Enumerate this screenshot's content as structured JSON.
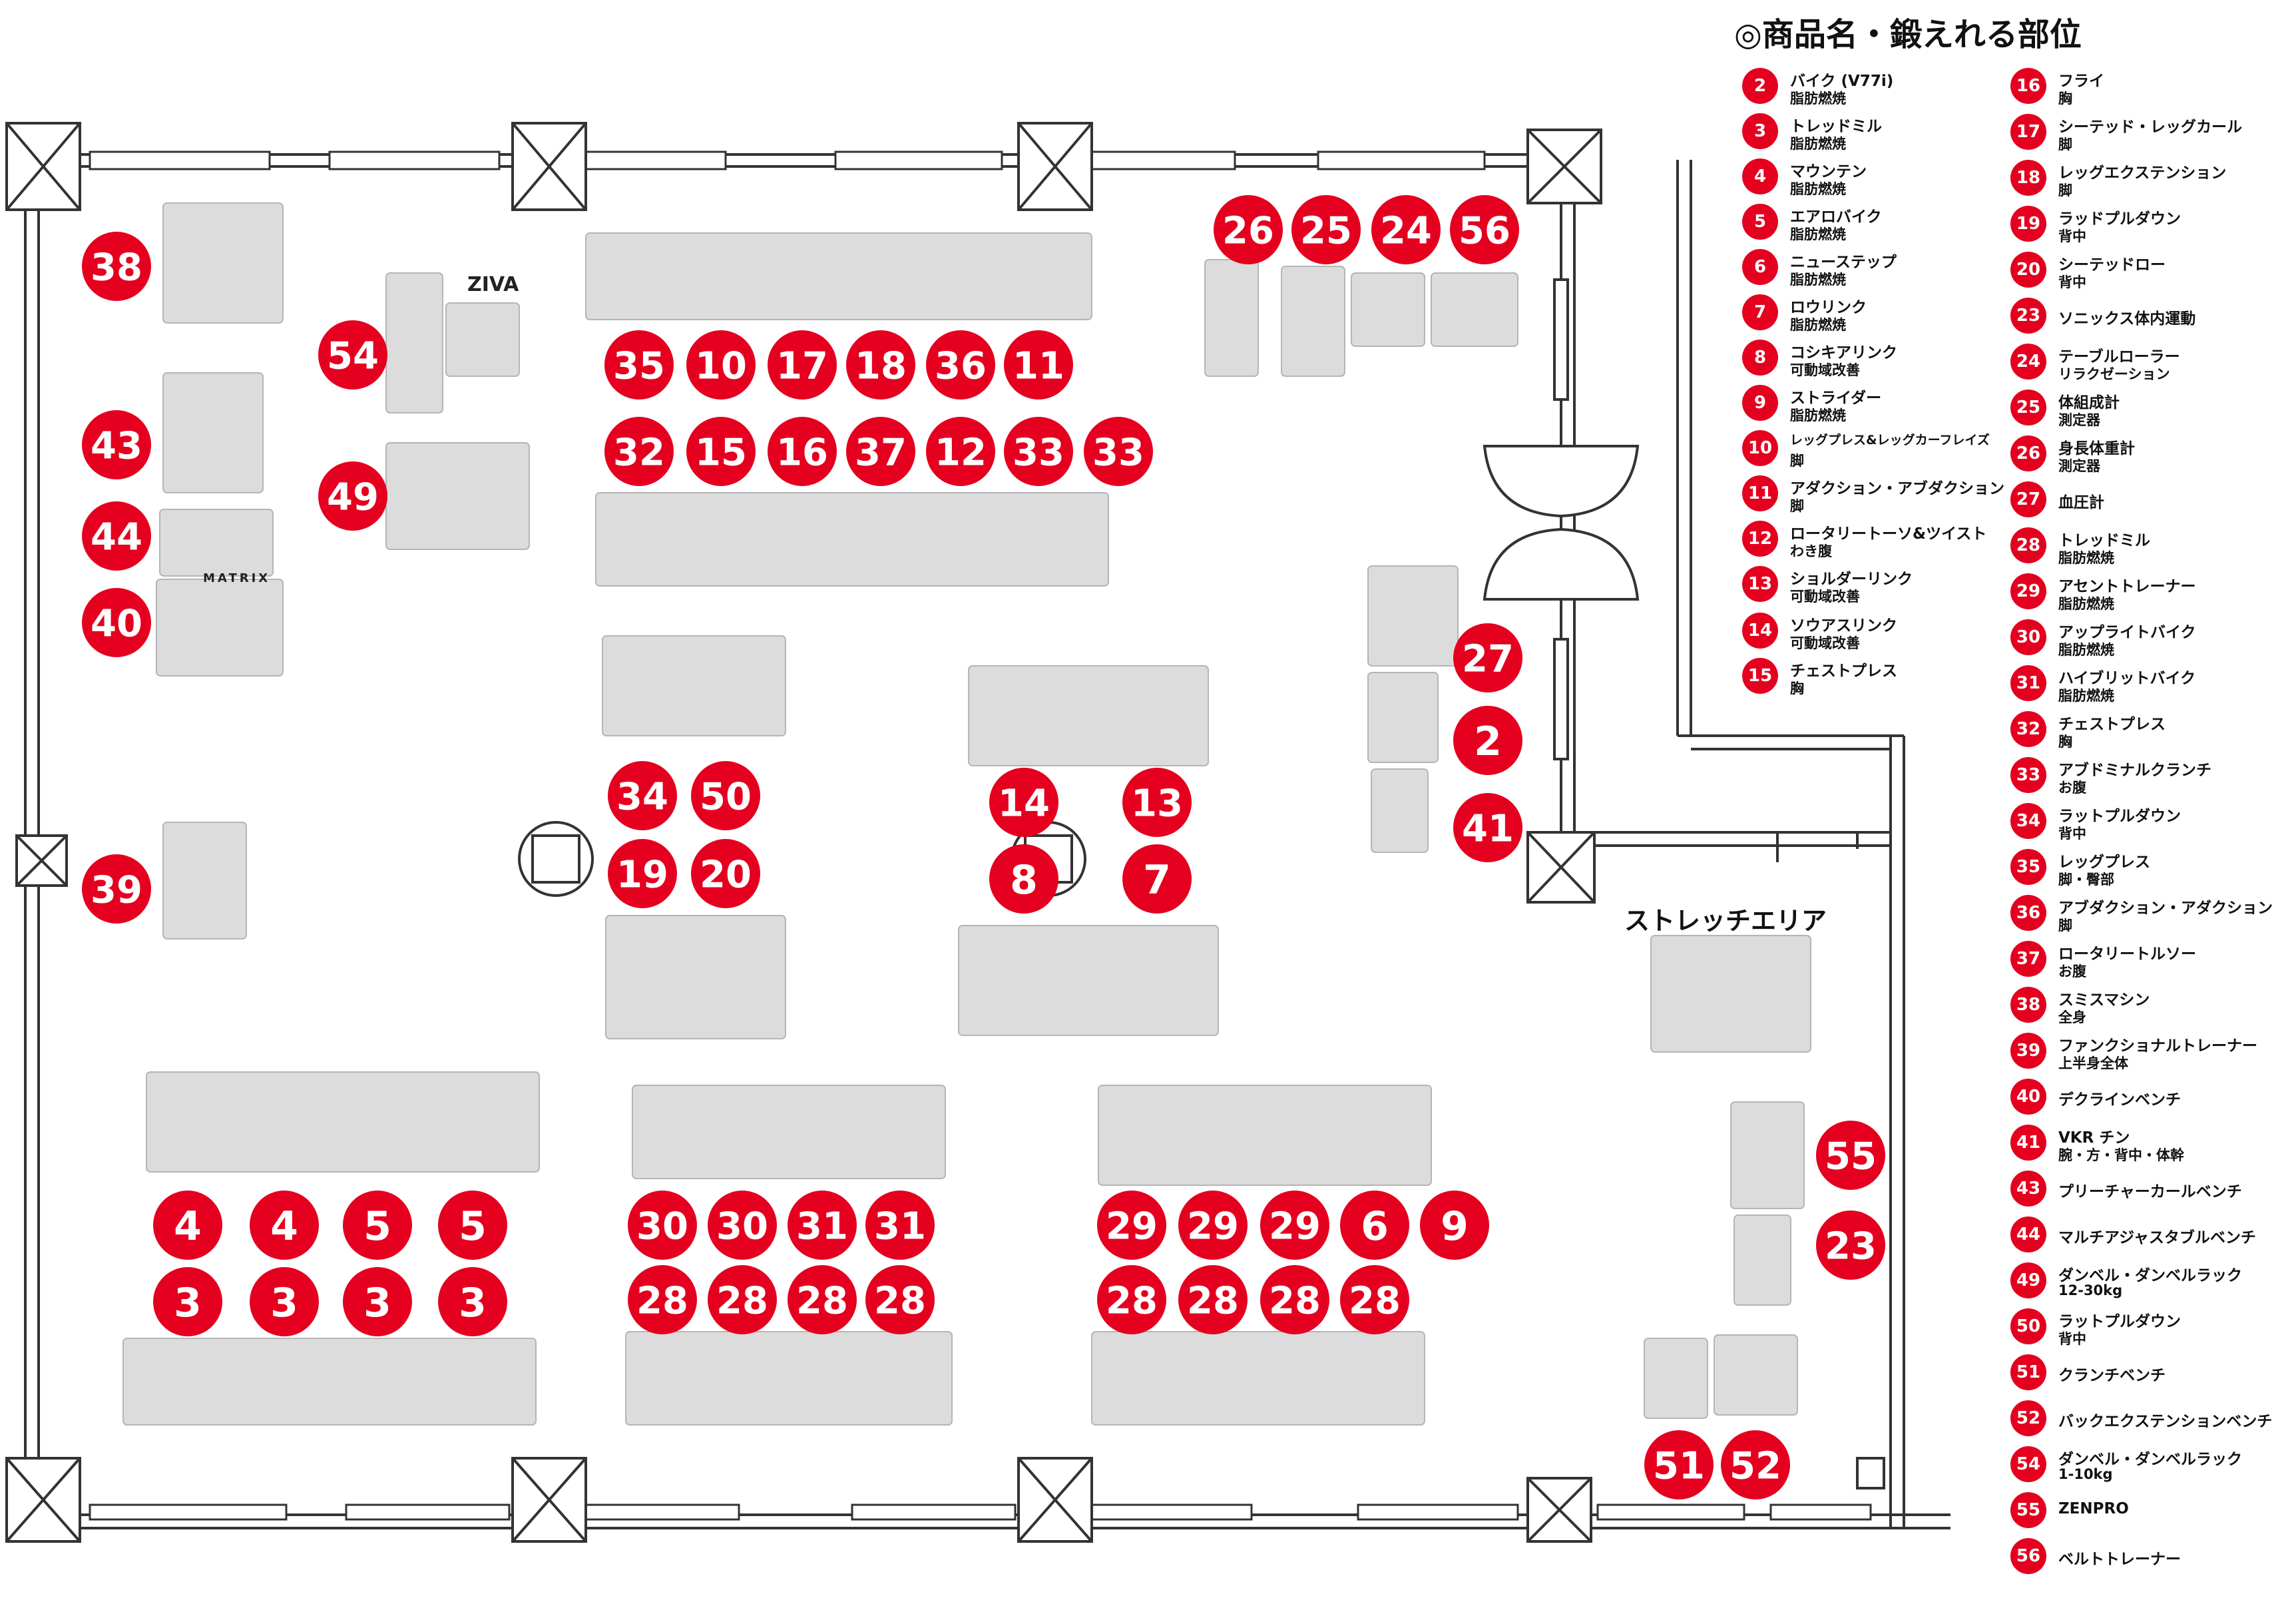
{
  "legend": {
    "title": "◎商品名・鍛えれる部位",
    "items": [
      {
        "num": "2",
        "name": "バイク (V77i)",
        "part": "脂肪燃焼"
      },
      {
        "num": "3",
        "name": "トレッドミル",
        "part": "脂肪燃焼"
      },
      {
        "num": "4",
        "name": "マウンテン",
        "part": "脂肪燃焼"
      },
      {
        "num": "5",
        "name": "エアロバイク",
        "part": "脂肪燃焼"
      },
      {
        "num": "6",
        "name": "ニューステップ",
        "part": "脂肪燃焼"
      },
      {
        "num": "7",
        "name": "ロウリンク",
        "part": "脂肪燃焼"
      },
      {
        "num": "8",
        "name": "コシキアリンク",
        "part": "可動域改善"
      },
      {
        "num": "9",
        "name": "ストライダー",
        "part": "脂肪燃焼"
      },
      {
        "num": "10",
        "name": "レッグプレス&レッグカーフレイズ",
        "part": "脚"
      },
      {
        "num": "11",
        "name": "アダクション・アブダクション",
        "part": "脚"
      },
      {
        "num": "12",
        "name": "ロータリートーソ&ツイスト",
        "part": "わき腹"
      },
      {
        "num": "13",
        "name": "ショルダーリンク",
        "part": "可動域改善"
      },
      {
        "num": "14",
        "name": "ソウアスリンク",
        "part": "可動域改善"
      },
      {
        "num": "15",
        "name": "チェストプレス",
        "part": "胸"
      },
      {
        "num": "16",
        "name": "フライ",
        "part": "胸"
      },
      {
        "num": "17",
        "name": "シーテッド・レッグカール",
        "part": "脚"
      },
      {
        "num": "18",
        "name": "レッグエクステンション",
        "part": "脚"
      },
      {
        "num": "19",
        "name": "ラッドプルダウン",
        "part": "背中"
      },
      {
        "num": "20",
        "name": "シーテッドロー",
        "part": "背中"
      },
      {
        "num": "23",
        "name": "ソニックス体内運動",
        "part": ""
      },
      {
        "num": "24",
        "name": "テーブルローラー",
        "part": "リラクゼーション"
      },
      {
        "num": "25",
        "name": "体組成計",
        "part": "測定器"
      },
      {
        "num": "26",
        "name": "身長体重計",
        "part": "測定器"
      },
      {
        "num": "27",
        "name": "血圧計",
        "part": ""
      },
      {
        "num": "28",
        "name": "トレッドミル",
        "part": "脂肪燃焼"
      },
      {
        "num": "29",
        "name": "アセントトレーナー",
        "part": "脂肪燃焼"
      },
      {
        "num": "30",
        "name": "アップライトバイク",
        "part": "脂肪燃焼"
      },
      {
        "num": "31",
        "name": "ハイブリットバイク",
        "part": "脂肪燃焼"
      },
      {
        "num": "32",
        "name": "チェストプレス",
        "part": "胸"
      },
      {
        "num": "33",
        "name": "アブドミナルクランチ",
        "part": "お腹"
      },
      {
        "num": "34",
        "name": "ラットプルダウン",
        "part": "背中"
      },
      {
        "num": "35",
        "name": "レッグプレス",
        "part": "脚・臀部"
      },
      {
        "num": "36",
        "name": "アブダクション・アダクション",
        "part": "脚"
      },
      {
        "num": "37",
        "name": "ロータリートルソー",
        "part": "お腹"
      },
      {
        "num": "38",
        "name": "スミスマシン",
        "part": "全身"
      },
      {
        "num": "39",
        "name": "ファンクショナルトレーナー",
        "part": "上半身全体"
      },
      {
        "num": "40",
        "name": "デクラインベンチ",
        "part": ""
      },
      {
        "num": "41",
        "name": "VKR チン",
        "part": "腕・方・背中・体幹"
      },
      {
        "num": "43",
        "name": "プリーチャーカールベンチ",
        "part": ""
      },
      {
        "num": "44",
        "name": "マルチアジャスタブルベンチ",
        "part": ""
      },
      {
        "num": "49",
        "name": "ダンベル・ダンベルラック",
        "part": "12-30kg"
      },
      {
        "num": "50",
        "name": "ラットプルダウン",
        "part": "背中"
      },
      {
        "num": "51",
        "name": "クランチベンチ",
        "part": ""
      },
      {
        "num": "52",
        "name": "バックエクステンションベンチ",
        "part": ""
      },
      {
        "num": "54",
        "name": "ダンベル・ダンベルラック",
        "part": "1-10kg"
      },
      {
        "num": "55",
        "name": "ZENPRO",
        "part": ""
      },
      {
        "num": "56",
        "name": "ベルトトレーナー",
        "part": ""
      }
    ]
  },
  "floor": {
    "stretch_area_label": "ストレッチエリア",
    "brand_ziva": "ZIVA",
    "brand_matrix": "MATRIX",
    "markers": [
      "38",
      "54",
      "43",
      "49",
      "44",
      "40",
      "39",
      "35",
      "10",
      "17",
      "18",
      "36",
      "11",
      "32",
      "15",
      "16",
      "37",
      "12",
      "33",
      "33",
      "34",
      "50",
      "19",
      "20",
      "14",
      "13",
      "8",
      "7",
      "26",
      "25",
      "24",
      "56",
      "27",
      "2",
      "41",
      "4",
      "4",
      "5",
      "5",
      "3",
      "3",
      "3",
      "3",
      "30",
      "30",
      "31",
      "31",
      "28",
      "28",
      "28",
      "28",
      "29",
      "29",
      "29",
      "6",
      "9",
      "28",
      "28",
      "28",
      "28",
      "55",
      "23",
      "51",
      "52"
    ]
  },
  "colors": {
    "marker": "#e4001e",
    "wall": "#333333",
    "photo_bg": "#dcdcdc"
  }
}
